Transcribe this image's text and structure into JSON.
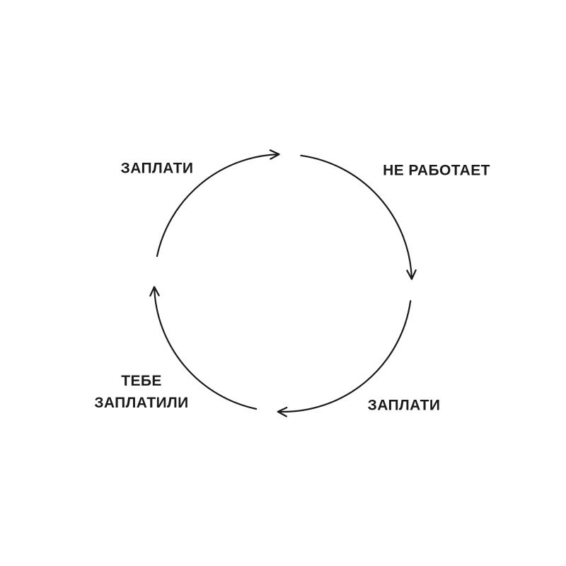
{
  "diagram": {
    "type": "cycle",
    "colors": {
      "background": "#ffffff",
      "line": "#1b1b1b",
      "text": "#1b1b1b"
    },
    "labels": {
      "top_left": "ЗАПЛАТИ",
      "top_right": "НЕ РАБОТАЕТ",
      "bottom_right": "ЗАПЛАТИ",
      "bottom_left": [
        "ТЕБЕ",
        "ЗАПЛАТИЛИ"
      ]
    },
    "cycle_steps": [
      "ЗАПЛАТИ",
      "НЕ РАБОТАЕТ",
      "ЗАПЛАТИ",
      "ТЕБЕ ЗАПЛАТИЛИ"
    ]
  }
}
